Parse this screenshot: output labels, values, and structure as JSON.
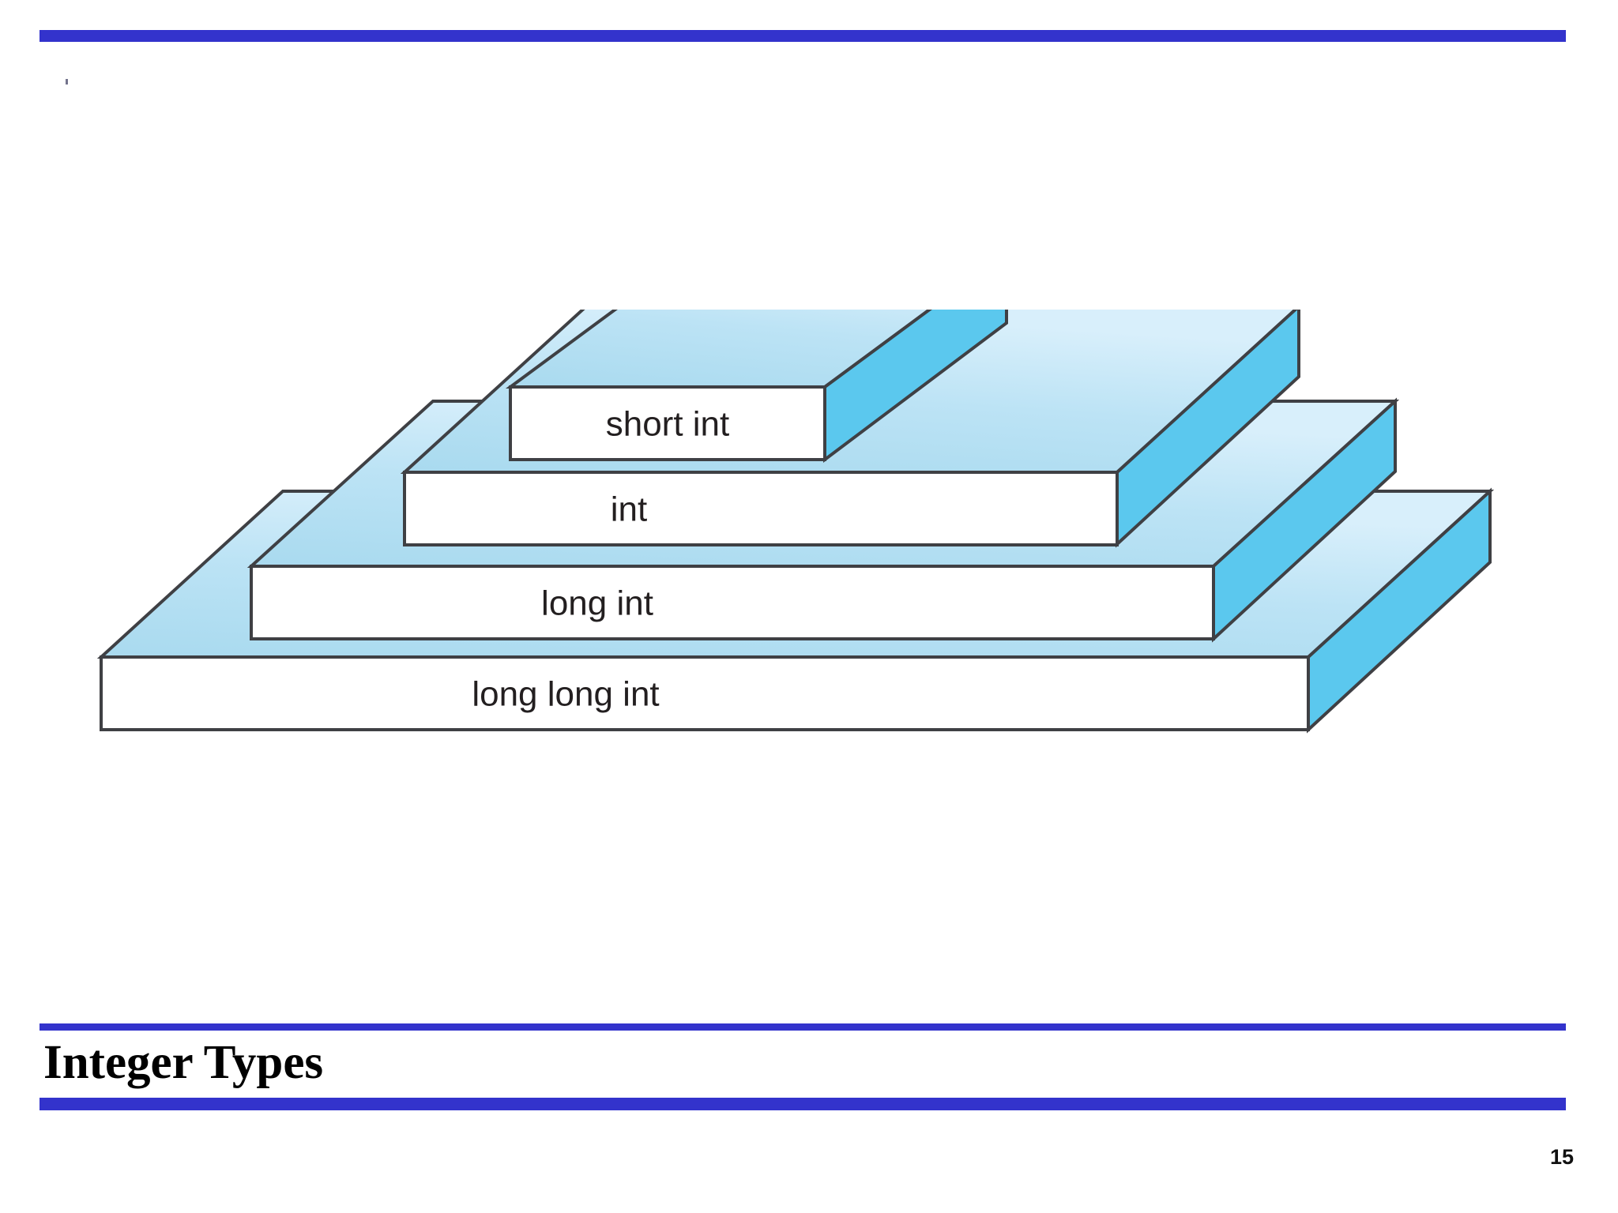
{
  "slide": {
    "title": "Integer Types",
    "page_number": "15",
    "accent_color": "#3333CC",
    "background_color": "#FFFFFF"
  },
  "diagram": {
    "name": "integer-types-pyramid",
    "type": "stepped-3d-pyramid",
    "description": "Four stacked isometric slabs, widest at the bottom, representing C integer type sizes from smallest to largest.",
    "face_colors": {
      "front": "#FFFFFF",
      "top_light": "#C9E7F7",
      "top_dark": "#A8D9EF",
      "side": "#5BC8EE",
      "outline": "#3f4044"
    },
    "levels": [
      {
        "index": 0,
        "label": "short int",
        "position": "top",
        "relative_width": 1
      },
      {
        "index": 1,
        "label": "int",
        "position": "second",
        "relative_width": 2
      },
      {
        "index": 2,
        "label": "long int",
        "position": "third",
        "relative_width": 3
      },
      {
        "index": 3,
        "label": "long long int",
        "position": "bottom",
        "relative_width": 4
      }
    ]
  }
}
